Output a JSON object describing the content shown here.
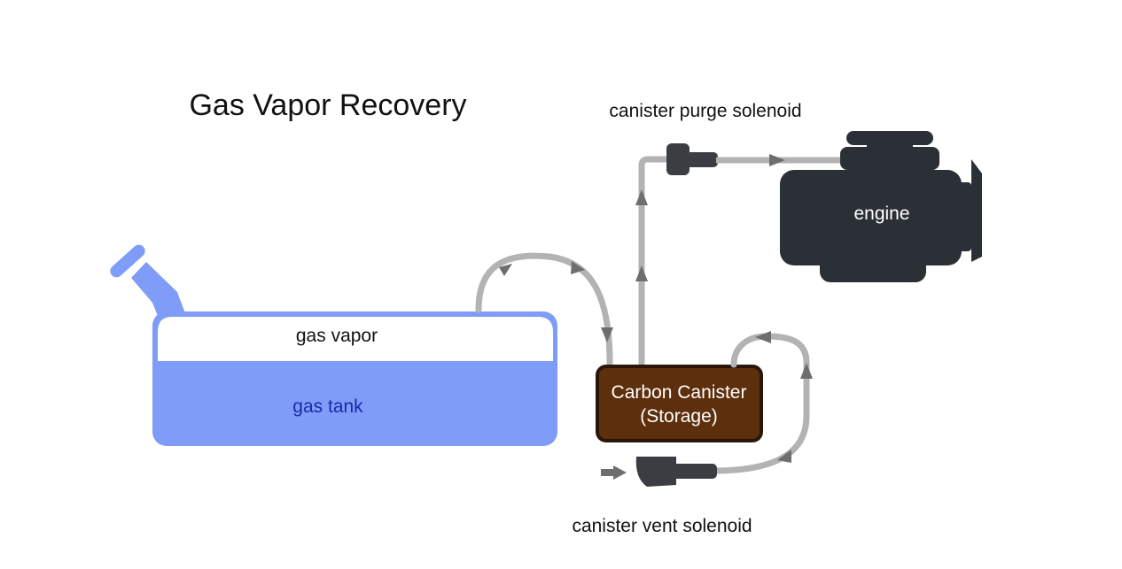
{
  "title": "Gas Vapor Recovery",
  "labels": {
    "gas_vapor": "gas vapor",
    "gas_tank": "gas tank",
    "canister_line1": "Carbon Canister",
    "canister_line2": "(Storage)",
    "engine": "engine",
    "purge_solenoid": "canister purge solenoid",
    "vent_solenoid": "canister vent solenoid"
  },
  "colors": {
    "tank": "#7f9cf8",
    "tank_text": "#1a2aa8",
    "canister_fill": "#5e2f0d",
    "canister_border": "#2a1608",
    "engine": "#2b2f36",
    "hose": "#b3b3b3",
    "arrow": "#6e6e6e",
    "solenoid": "#3a3d42"
  },
  "icons": [
    "gas-tank-icon",
    "filler-neck-icon",
    "engine-icon",
    "purge-solenoid-icon",
    "vent-solenoid-icon",
    "flow-arrow-icon"
  ]
}
